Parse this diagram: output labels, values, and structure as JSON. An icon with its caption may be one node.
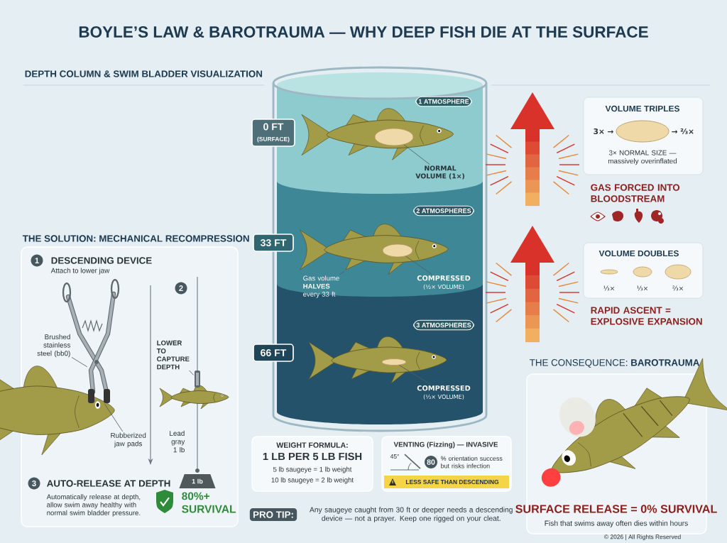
{
  "diagram": {
    "title": "BOYLE’S LAW & BAROTRAUMA — WHY DEEP FISH DIE AT THE SURFACE",
    "nodes": [
      {
        "text": [
          "THE SOLUTION: MECHANICAL RECOMPRESSION"
        ]
      },
      {
        "text": [
          "1"
        ],
        "in": 0
      },
      {
        "text": [
          "2"
        ],
        "in": 0
      },
      {
        "text": [
          "3"
        ],
        "in": 0
      },
      {
        "text": [
          "0 FT",
          "(SURFACE)"
        ]
      },
      {
        "text": [
          "33 FT"
        ]
      },
      {
        "text": [
          "66 FT"
        ]
      },
      {
        "text": [
          "1 ATMOSPHERE"
        ]
      },
      {
        "text": [
          "2 ATMOSPHERES"
        ]
      },
      {
        "text": [
          "3 ATMOSPHERES"
        ]
      },
      {
        "text": [
          "VOLUME TRIPLES",
          "3× →",
          "→ ⅔×",
          "3× NORMAL SIZE — massively overinflated"
        ]
      },
      {
        "text": [
          "VOLUME DOUBLES",
          "⅓×",
          "⅓×",
          "⅔×"
        ]
      },
      {
        "text": [
          "THE CONSEQUENCE: **BAROTRAUMA**",
          "SURFACE RELEASE = 0% SURVIVAL",
          "Fish that swims away often dies within hours"
        ]
      },
      {
        "text": [
          "WEIGHT FORMULA:",
          "1 LB PER 5 LB FISH",
          "5 lb saugeye = 1 lb weight",
          "10 lb saugeye = 2 lb weight"
        ]
      },
      {
        "text": [
          "VENTING (Fizzing) — INVASIVE",
          "45°",
          "% orientation success but risks infection"
        ]
      },
      {
        "text": [
          "80"
        ],
        "in": 14
      },
      {
        "text": [
          "LESS SAFE THAN DESCENDING"
        ],
        "in": 14
      },
      {
        "text": [
          "PRO TIP:"
        ],
        "beside": [
          "Any saugeye caught from 30 ft or deeper needs a descending device — not a prayer. Keep one rigged on your cleat."
        ]
      },
      {
        "text": [
          "1 lb"
        ],
        "in": 0
      },
      {
        "text": [
          "Brushed stainless steel (bb0)"
        ],
        "in": 0
      },
      {
        "text": [],
        "shape": "picture",
        "in": 0
      },
      {
        "text": [
          "Rubberized jaw pads"
        ],
        "in": 0
      },
      {
        "text": [],
        "shape": "picture",
        "in": 0
      },
      {
        "text": [
          "LOWER TO CAPTURE DEPTH"
        ],
        "in": 0
      },
      {
        "text": [],
        "shape": "picture",
        "in": 0
      },
      {
        "text": [
          "NORMAL VOLUME (1×)"
        ]
      },
      {
        "text": [],
        "shape": "ellipse"
      },
      {
        "text": [
          "Gas volume **HALVES** every 33 ft"
        ]
      },
      {
        "text": [],
        "shape": "picture"
      },
      {
        "text": [
          "COMPRESSED",
          "(½× VOLUME)"
        ]
      },
      {
        "text": [],
        "shape": "ellipse",
        "in": 28
      },
      {
        "text": [
          "COMPRESSED",
          "(⅓× VOLUME)"
        ]
      },
      {
        "text": [],
        "shape": "ellipse"
      }
    ],
    "edges": [
      {
        "from": 19,
        "to": 20,
        "arrow": "none"
      },
      {
        "from": 21,
        "to": 22,
        "arrow": "none"
      },
      {
        "from": 23,
        "to": 24,
        "arrow": "none"
      },
      {
        "from": 25,
        "to": 26,
        "arrow": "none"
      },
      {
        "from": 27,
        "to": 28,
        "arrow": "none"
      },
      {
        "from": 29,
        "to": 30,
        "arrow": "none"
      },
      {
        "from": 31,
        "to": 32,
        "arrow": "none"
      }
    ],
    "labels": [
      "DEPTH COLUMN & SWIM BLADDER VISUALIZATION",
      "DESCENDING DEVICE",
      "Attach to lower jaw",
      "Lead gray 1 lb",
      "AUTO-RELEASE AT DEPTH",
      "Automatically release at depth, allow swim away healthy with normal swim bladder pressure.",
      "80%+ SURVIVAL",
      "GAS FORCED INTO BLOODSTREAM",
      "RAPID ASCENT = EXPLOSIVE EXPANSION",
      "© 2026 | All Rights Reserved"
    ]
  }
}
